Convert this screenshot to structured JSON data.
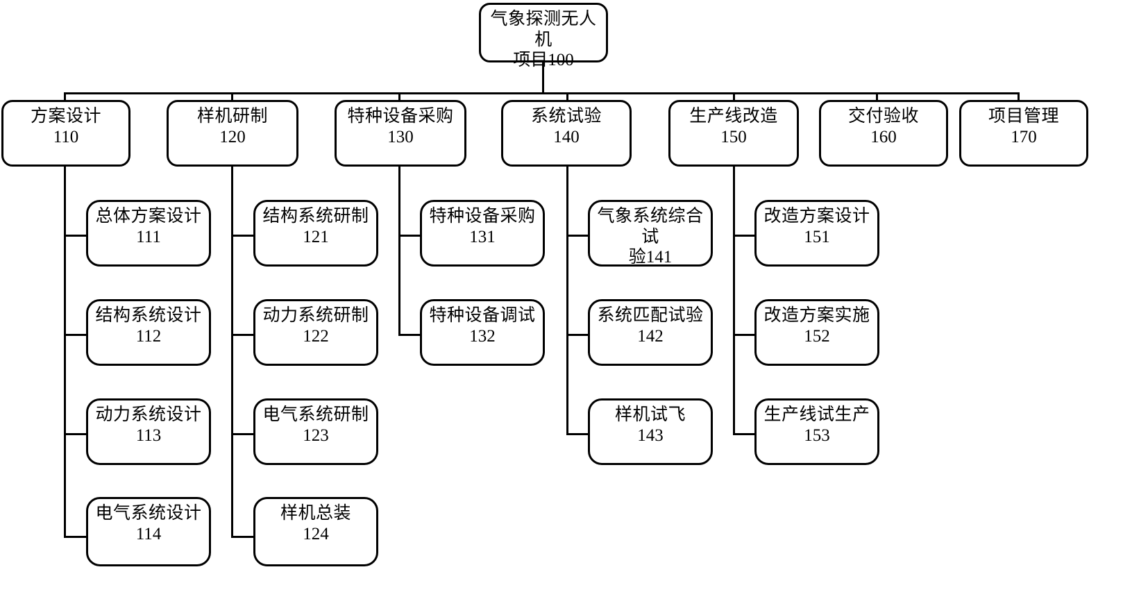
{
  "diagram": {
    "type": "work-breakdown-structure",
    "root": {
      "title": "气象探测无人机",
      "title2": "项目",
      "code": "100",
      "label": "气象探测无人机\n项目100"
    },
    "level2": [
      {
        "id": "110",
        "title": "方案设计",
        "code": "110"
      },
      {
        "id": "120",
        "title": "样机研制",
        "code": "120"
      },
      {
        "id": "130",
        "title": "特种设备采购",
        "code": "130"
      },
      {
        "id": "140",
        "title": "系统试验",
        "code": "140"
      },
      {
        "id": "150",
        "title": "生产线改造",
        "code": "150"
      },
      {
        "id": "160",
        "title": "交付验收",
        "code": "160"
      },
      {
        "id": "170",
        "title": "项目管理",
        "code": "170"
      }
    ],
    "level3": {
      "col110": [
        {
          "id": "111",
          "title": "总体方案设计",
          "code": "111"
        },
        {
          "id": "112",
          "title": "结构系统设计",
          "code": "112"
        },
        {
          "id": "113",
          "title": "动力系统设计",
          "code": "113"
        },
        {
          "id": "114",
          "title": "电气系统设计",
          "code": "114"
        }
      ],
      "col120": [
        {
          "id": "121",
          "title": "结构系统研制",
          "code": "121"
        },
        {
          "id": "122",
          "title": "动力系统研制",
          "code": "122"
        },
        {
          "id": "123",
          "title": "电气系统研制",
          "code": "123"
        },
        {
          "id": "124",
          "title": "样机总装",
          "code": "124"
        }
      ],
      "col130": [
        {
          "id": "131",
          "title": "特种设备采购",
          "code": "131"
        },
        {
          "id": "132",
          "title": "特种设备调试",
          "code": "132"
        }
      ],
      "col140": [
        {
          "id": "141",
          "title": "气象系统综合试",
          "code": "验141"
        },
        {
          "id": "142",
          "title": "系统匹配试验",
          "code": "142"
        },
        {
          "id": "143",
          "title": "样机试飞",
          "code": "143"
        }
      ],
      "col150": [
        {
          "id": "151",
          "title": "改造方案设计",
          "code": "151"
        },
        {
          "id": "152",
          "title": "改造方案实施",
          "code": "152"
        },
        {
          "id": "153",
          "title": "生产线试生产",
          "code": "153"
        }
      ]
    },
    "colors": {
      "line": "#000000",
      "box_fill": "#ffffff",
      "text": "#000000"
    }
  }
}
